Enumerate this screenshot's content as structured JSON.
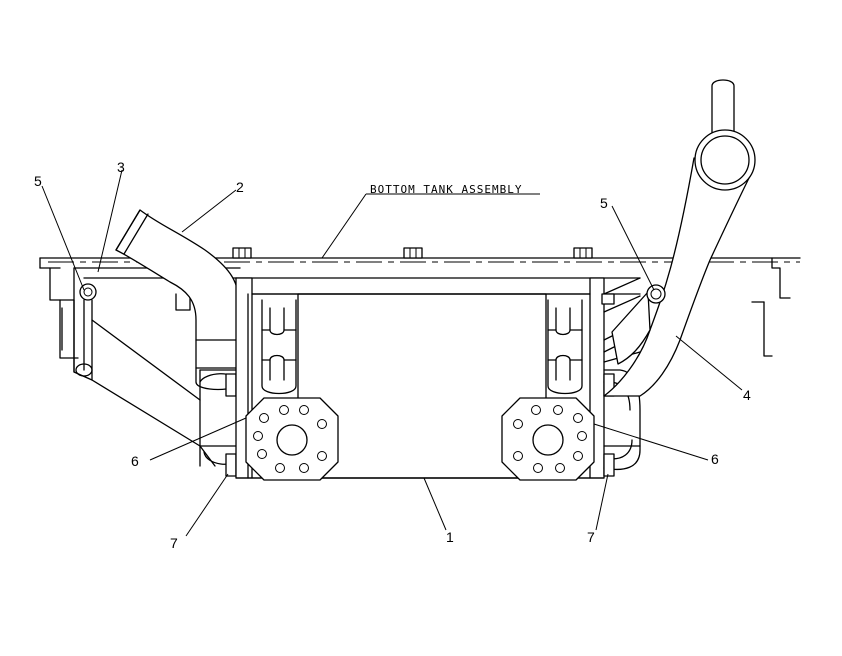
{
  "diagram": {
    "title_callout": "BOTTOM TANK ASSEMBLY",
    "callouts": {
      "part_1": "1",
      "part_2": "2",
      "part_3": "3",
      "part_4": "4",
      "part_5_left": "5",
      "part_5_right": "5",
      "part_6_left": "6",
      "part_6_right": "6",
      "part_7_left": "7",
      "part_7_right": "7"
    }
  }
}
